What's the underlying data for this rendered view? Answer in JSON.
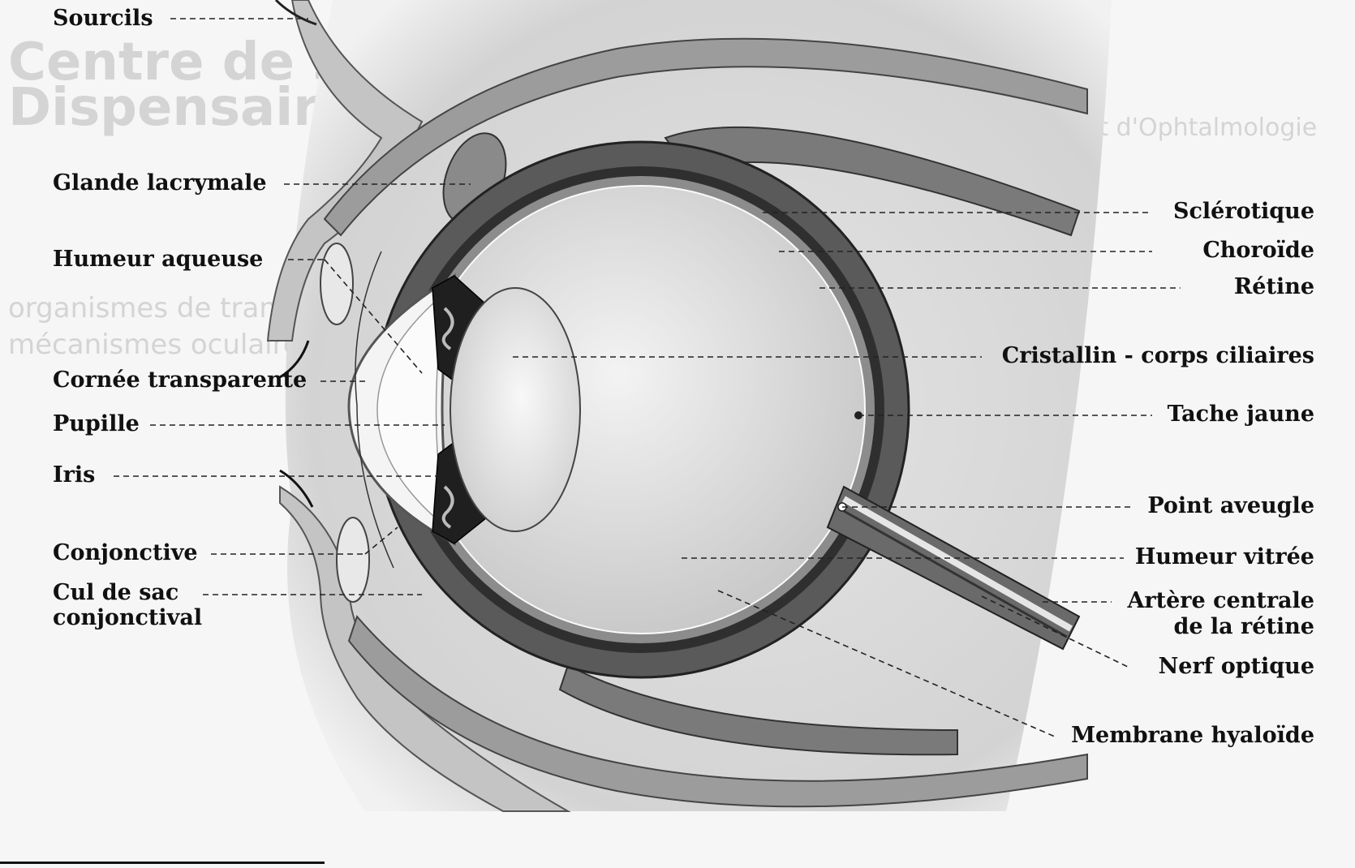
{
  "background_fragments": {
    "line1": "Centre de santé ...",
    "line2": "Dispensaire",
    "line3": "Institut d'Ophtalmologie",
    "line4": "organismes de transfert",
    "line5": "mécanismes oculaires"
  },
  "labels_left": {
    "sourcils": "Sourcils",
    "glande": "Glande lacrymale",
    "humeur_aqueuse": "Humeur aqueuse",
    "cornee": "Cornée transparente",
    "pupille": "Pupille",
    "iris": "Iris",
    "conjonctive": "Conjonctive",
    "cul_de_sac_1": "Cul de sac",
    "cul_de_sac_2": "conjonctival"
  },
  "labels_right": {
    "sclerotique": "Sclérotique",
    "choroide": "Choroïde",
    "retine": "Rétine",
    "cristallin": "Cristallin - corps ciliaires",
    "tache_jaune": "Tache jaune",
    "point_aveugle": "Point aveugle",
    "humeur_vitree": "Humeur vitrée",
    "artere_1": "Artère centrale",
    "artere_2": "de la rétine",
    "nerf_optique": "Nerf optique",
    "membrane": "Membrane hyaloïde"
  },
  "colors": {
    "sclera": "#5a5a5a",
    "choroid": "#2f2f2f",
    "vitreous": "#e2e2e2",
    "lens": "#ededed",
    "lid": "#bdbdbd",
    "label_text": "#111111"
  }
}
